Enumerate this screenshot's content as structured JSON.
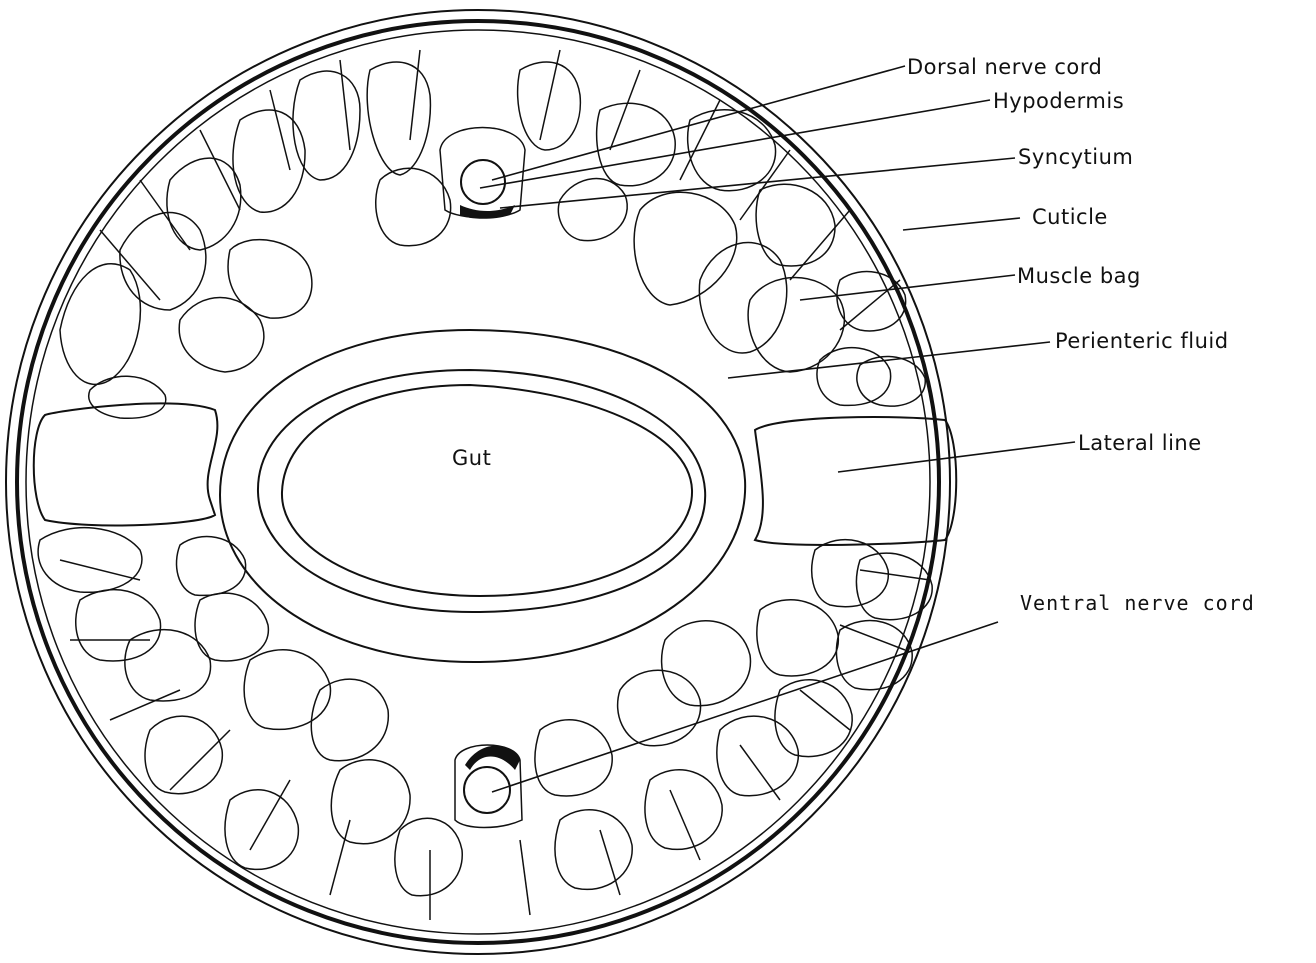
{
  "labels": {
    "dorsal_nerve_cord": "Dorsal nerve cord",
    "hypodermis": "Hypodermis",
    "syncytium": "Syncytium",
    "cuticle": "Cuticle",
    "muscle_bag": "Muscle bag",
    "perienteric_fluid": "Perienteric fluid",
    "lateral_line": "Lateral line",
    "ventral_nerve_cord": "Ventral nerve cord",
    "gut": "Gut"
  },
  "colors": {
    "ink": "#111111",
    "background": "#ffffff"
  }
}
